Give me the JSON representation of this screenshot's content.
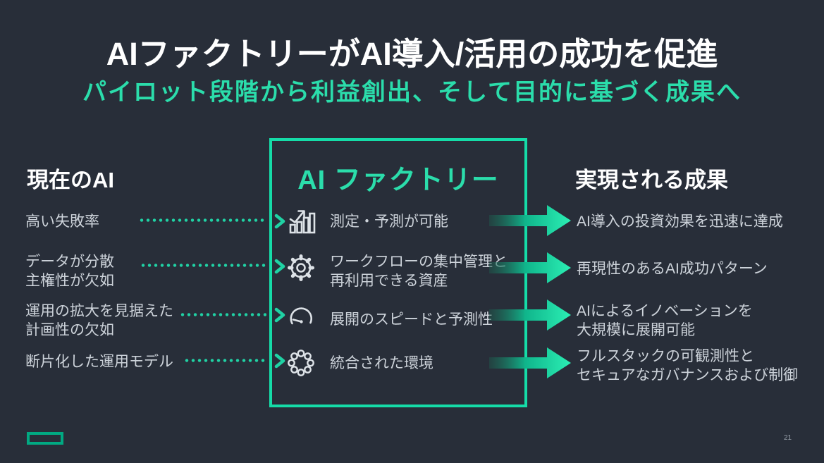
{
  "slide": {
    "title": "AIファクトリーがAI導入/活用の成功を促進",
    "subtitle": "パイロット段階から利益創出、そして目的に基づく成果へ",
    "page_number": "21"
  },
  "left_column": {
    "header": "現在のAI",
    "items": [
      {
        "lines": [
          "高い失敗率"
        ]
      },
      {
        "lines": [
          "データが分散",
          "主権性が欠如"
        ]
      },
      {
        "lines": [
          "運用の拡大を見据えた",
          "計画性の欠如"
        ]
      },
      {
        "lines": [
          "断片化した運用モデル"
        ]
      }
    ]
  },
  "center_box": {
    "header": "AI ファクトリー",
    "items": [
      {
        "icon": "bar-chart-trend-icon",
        "lines": [
          "測定・予測が可能"
        ]
      },
      {
        "icon": "gear-icon",
        "lines": [
          "ワークフローの集中管理と",
          "再利用できる資産"
        ]
      },
      {
        "icon": "gauge-icon",
        "lines": [
          "展開のスピードと予測性"
        ]
      },
      {
        "icon": "integration-ring-icon",
        "lines": [
          "統合された環境"
        ]
      }
    ]
  },
  "right_column": {
    "header": "実現される成果",
    "items": [
      {
        "lines": [
          "AI導入の投資効果を迅速に達成"
        ]
      },
      {
        "lines": [
          "再現性のあるAI成功パターン"
        ]
      },
      {
        "lines": [
          "AIによるイノベーションを",
          "大規模に展開可能"
        ]
      },
      {
        "lines": [
          "フルスタックの可観測性と",
          "セキュアなガバナンスおよび制御"
        ]
      }
    ]
  },
  "colors": {
    "background": "#282E39",
    "accent_teal": "#2BDDAB",
    "box_border_teal": "#15DCA8",
    "dotted_line_teal": "#20D2A4",
    "arrow_gradient_end": "#2BEFB4",
    "hpe_logo_green": "#01A982",
    "body_text": "#CDD3DA",
    "heading_text": "#FFFFFF",
    "page_number_gray": "#99A1AB"
  },
  "logo": {
    "name": "hpe-logo"
  }
}
